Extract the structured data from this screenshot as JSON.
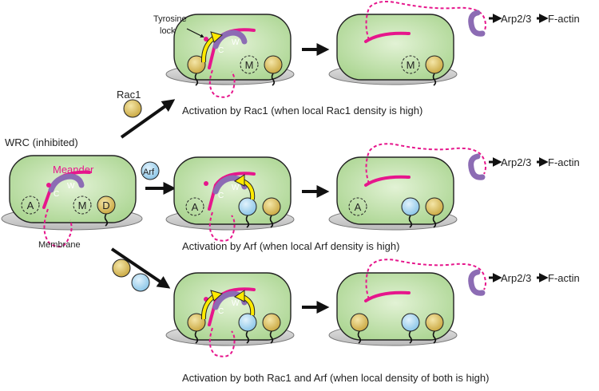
{
  "labels": {
    "tyrosine_lock_1": "Tyrosine",
    "tyrosine_lock_2": "lock",
    "rac1": "Rac1",
    "arf": "Arf",
    "wrc_inhibited": "WRC (inhibited)",
    "meander": "Meander",
    "membrane": "Membrane",
    "site_a": "A",
    "site_m": "M",
    "site_d": "D",
    "c": "C",
    "w": "W",
    "arp23": "Arp2/3",
    "factin": "F-actin"
  },
  "captions": {
    "row1": "Activation by Rac1 (when local Rac1 density is high)",
    "row2": "Activation by Arf (when local Arf density is high)",
    "row3": "Activation by both Rac1 and Arf (when local density of both is high)"
  },
  "colors": {
    "complex_fill": "#c8e6b4",
    "membrane_fill": "#d3d3d3",
    "meander": "#e6168c",
    "wca": "#8c6cb4",
    "rac1": "#ddc05a",
    "arf": "#a9d8f2",
    "arrow_yellow": "#ffea00"
  }
}
